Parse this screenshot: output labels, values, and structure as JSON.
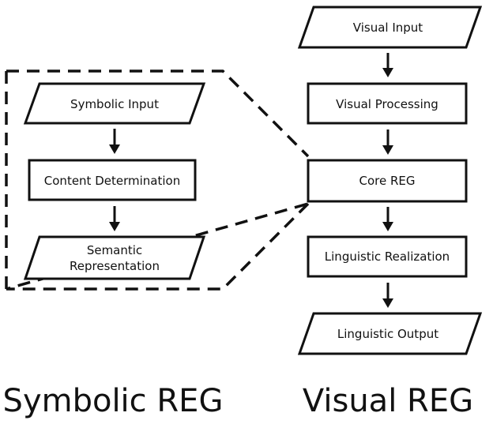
{
  "symbolic": {
    "input": "Symbolic Input",
    "content_determination": "Content Determination",
    "semantic_representation_line1": "Semantic",
    "semantic_representation_line2": "Representation",
    "caption": "Symbolic REG"
  },
  "visual": {
    "input": "Visual Input",
    "processing": "Visual Processing",
    "core": "Core REG",
    "realization": "Linguistic Realization",
    "output": "Linguistic Output",
    "caption": "Visual REG"
  }
}
